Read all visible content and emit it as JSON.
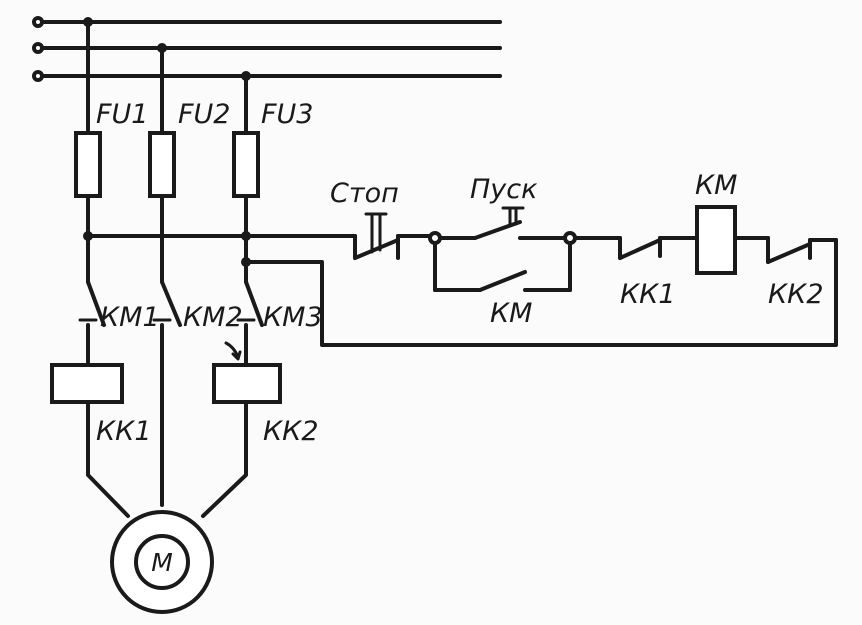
{
  "labels": {
    "fu1": "FU1",
    "fu2": "FU2",
    "fu3": "FU3",
    "stop": "Стоп",
    "start": "Пуск",
    "km_hold": "КМ",
    "km_coil": "КМ",
    "kk1_ctrl": "КК1",
    "kk2_ctrl": "КК2",
    "km1": "КМ1",
    "km2": "КМ2",
    "km3": "КМ3",
    "kk1_heater": "КК1",
    "kk2_heater": "КК2",
    "motor": "М"
  }
}
